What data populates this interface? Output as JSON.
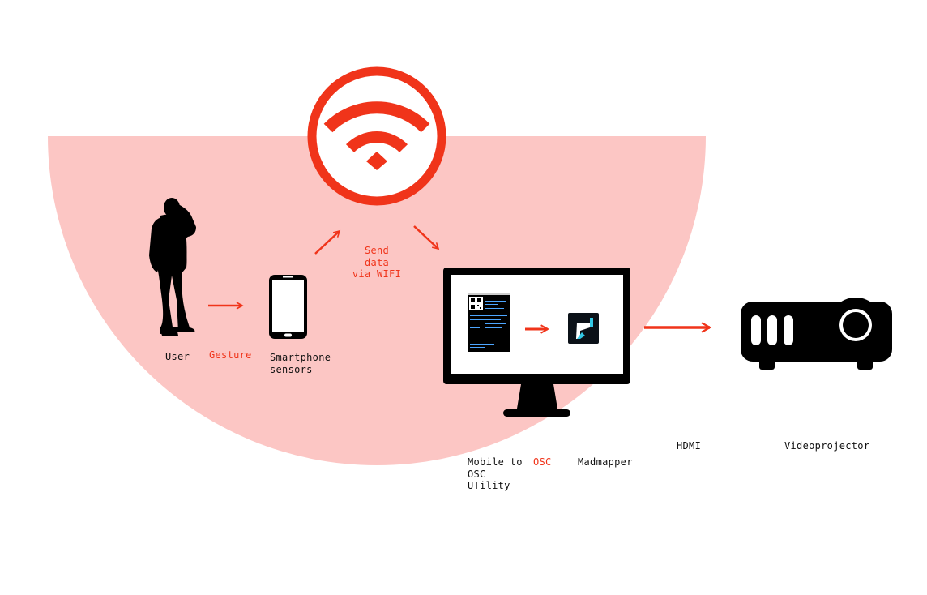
{
  "colors": {
    "accent": "#f0341a",
    "zone": "#fcc6c4",
    "ink": "#000000"
  },
  "labels": {
    "user": "User",
    "gesture": "Gesture",
    "smartphone": "Smartphone\nsensors",
    "send_data": "Send\ndata\nvia WIFI",
    "mobile_to_osc": "Mobile to\nOSC\nUTility",
    "osc": "OSC",
    "madmapper": "Madmapper",
    "hdmi": "HDMI",
    "videoprojector": "Videoprojector"
  },
  "icons": [
    "wifi-icon",
    "user-silhouette-icon",
    "smartphone-icon",
    "monitor-icon",
    "madmapper-logo-icon",
    "projector-icon"
  ]
}
